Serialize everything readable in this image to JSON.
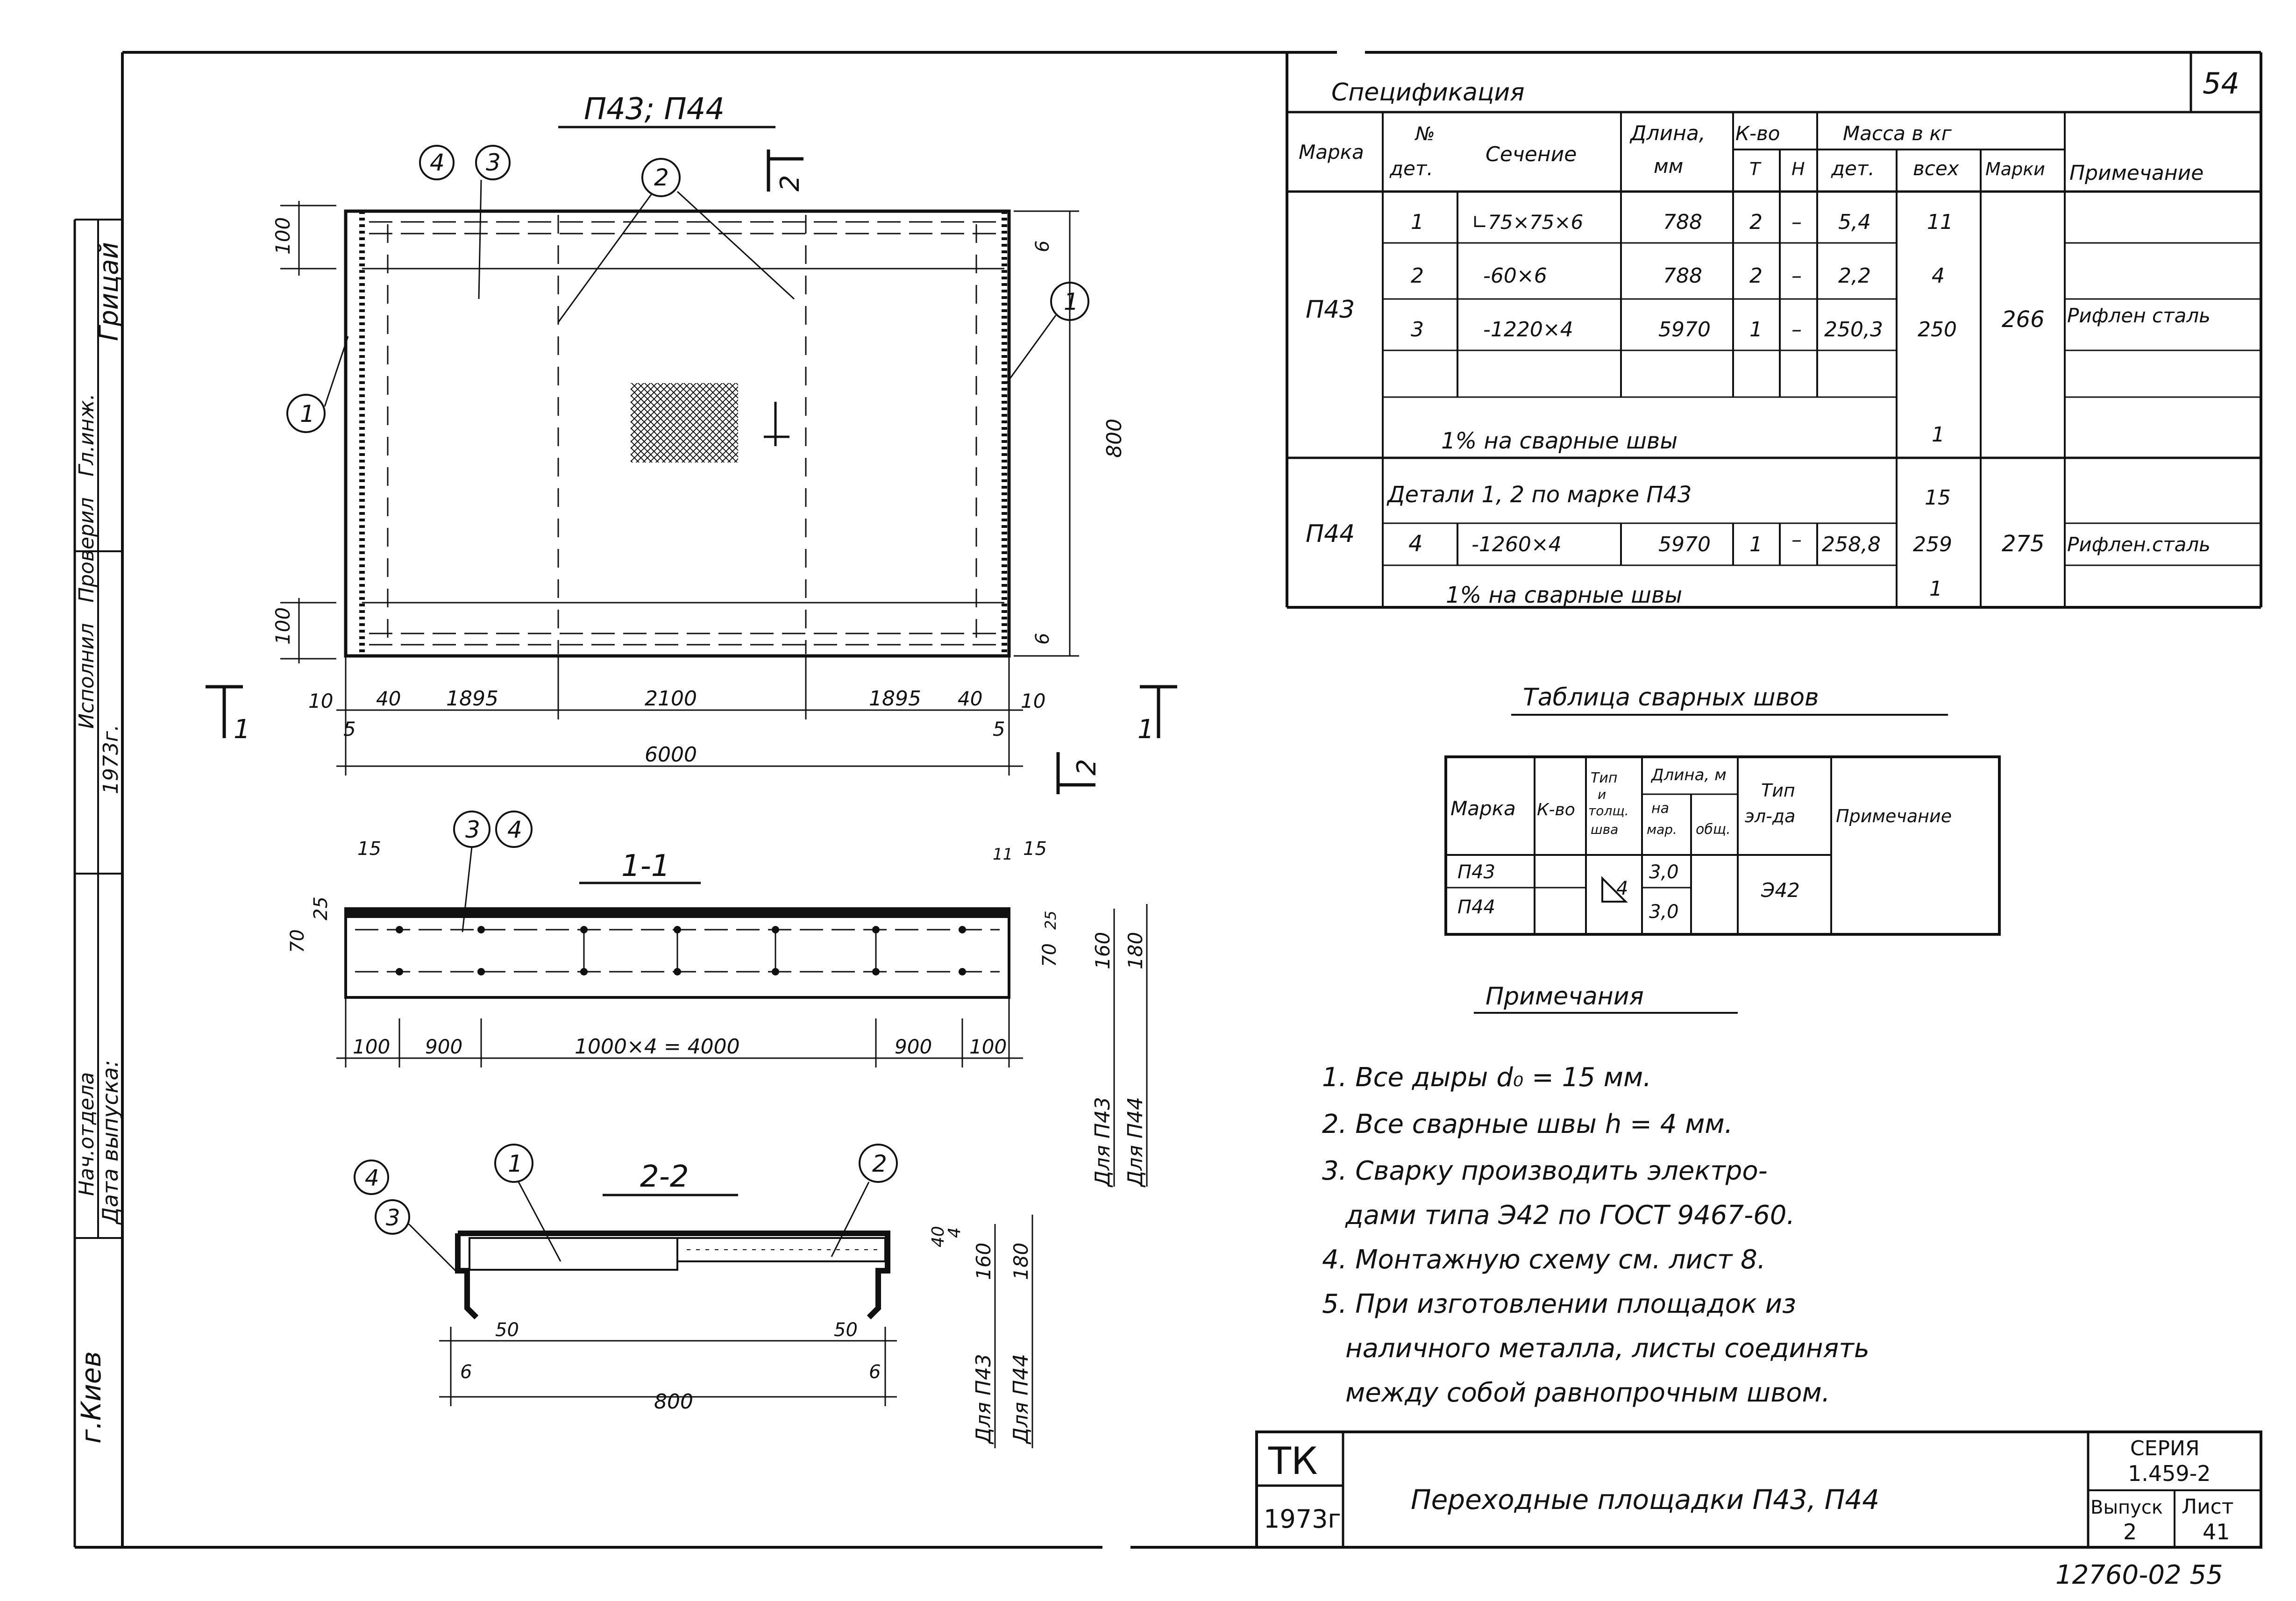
{
  "sheet": {
    "number": "54",
    "footer_number": "12760-02 55"
  },
  "left_strip": {
    "city": "г.Киев",
    "headers": [
      "Исполнил",
      "Проверил",
      "Гл.инж.",
      "Нач.отдела",
      "Дата выпуска:"
    ],
    "year": "1973г.",
    "signature": "Грицай"
  },
  "plan": {
    "title": "П43; П44",
    "dims": {
      "d10l": "10",
      "d5l": "5",
      "d40l": "40",
      "d1895l": "1895",
      "d2100": "2100",
      "d1895r": "1895",
      "d40r": "40",
      "d5r": "5",
      "d10r": "10",
      "d6000": "6000",
      "d100t": "100",
      "d100b": "100",
      "d800": "800",
      "d6t": "6",
      "d6b": "6"
    },
    "section_marks": {
      "s1": "1",
      "s2": "2"
    },
    "callouts": {
      "c4": "4",
      "c3": "3",
      "c2": "2",
      "c1l": "1",
      "c1r": "1"
    }
  },
  "section_1_1": {
    "title": "1-1",
    "callouts": {
      "c3": "3",
      "c4": "4"
    },
    "dims": {
      "d15l": "15",
      "d15r": "15",
      "d11": "11",
      "d70l": "70",
      "d25l": "25",
      "d70r": "70",
      "d25r": "25",
      "d100l": "100",
      "d900l": "900",
      "dmid": "1000×4 = 4000",
      "d900r": "900",
      "d100r": "100",
      "d160": "160",
      "d180": "180"
    },
    "for_p43": "Для П43",
    "for_p44": "Для П44"
  },
  "section_2_2": {
    "title": "2-2",
    "callouts": {
      "c4": "4",
      "c3": "3",
      "c1": "1",
      "c2": "2"
    },
    "dims": {
      "d40": "40",
      "d4": "4",
      "d160": "160",
      "d180": "180",
      "d50l": "50",
      "d50r": "50",
      "d6l": "6",
      "d6r": "6",
      "d800": "800"
    },
    "for_p43": "Для П43",
    "for_p44": "Для П44"
  },
  "spec": {
    "title": "Спецификация",
    "headers": {
      "mark": "Марка",
      "num1": "№",
      "num2": "дет.",
      "section": "Сечение",
      "length1": "Длина,",
      "length2": "мм",
      "count": "К-во",
      "t": "Т",
      "n": "Н",
      "mass": "Масса в кг",
      "det": "дет.",
      "all": "всех",
      "marki": "Марки",
      "note": "Примечание"
    },
    "rows_p43": [
      {
        "no": "1",
        "section": "∟75×75×6",
        "length": "788",
        "t": "2",
        "n": "–",
        "mdet": "5,4",
        "mall": "11"
      },
      {
        "no": "2",
        "section": "-60×6",
        "length": "788",
        "t": "2",
        "n": "–",
        "mdet": "2,2",
        "mall": "4"
      },
      {
        "no": "3",
        "section": "-1220×4",
        "length": "5970",
        "t": "1",
        "n": "–",
        "mdet": "250,3",
        "mall": "250"
      }
    ],
    "p43": {
      "mark": "П43",
      "welds": "1% на сварные швы",
      "welds_mass": "1",
      "marki": "266",
      "note": "Рифлен сталь"
    },
    "p44": {
      "mark": "П44",
      "details": "Детали 1, 2 по марке П43",
      "details_mass": "15",
      "row": {
        "no": "4",
        "section": "-1260×4",
        "length": "5970",
        "t": "1",
        "n": "–",
        "mdet": "258,8",
        "mall": "259"
      },
      "welds": "1% на сварные швы",
      "welds_mass": "1",
      "marki": "275",
      "note": "Рифлен.сталь"
    }
  },
  "weld_table": {
    "title": "Таблица сварных швов",
    "headers": {
      "mark": "Марка",
      "count": "К-во",
      "type1": "Тип",
      "type2": "и",
      "type3": "толщ.",
      "type4": "шва",
      "len": "Длина, м",
      "na": "на",
      "mar": "мар.",
      "total": "общ.",
      "el1": "Тип",
      "el2": "эл-да",
      "note": "Примечание"
    },
    "p43": "П43",
    "p44": "П44",
    "weld": "4",
    "len43": "3,0",
    "len44": "3,0",
    "electrode": "Э42"
  },
  "notes": {
    "title": "Примечания",
    "items": [
      "1. Все дыры d₀ = 15 мм.",
      "2. Все сварные швы h = 4 мм.",
      "3. Сварку производить электро-",
      "дами типа Э42 по ГОСТ 9467-60.",
      "4. Монтажную схему см. лист 8.",
      "5. При изготовлении площадок из",
      "наличного металла, листы соединять",
      "между собой равнопрочным швом."
    ]
  },
  "title_block": {
    "org": "ТК",
    "year": "1973г",
    "name": "Переходные площадки П43, П44",
    "series_label": "СЕРИЯ",
    "series": "1.459-2",
    "issue_label": "Выпуск",
    "issue": "2",
    "sheet_label": "Лист",
    "sheet": "41"
  }
}
